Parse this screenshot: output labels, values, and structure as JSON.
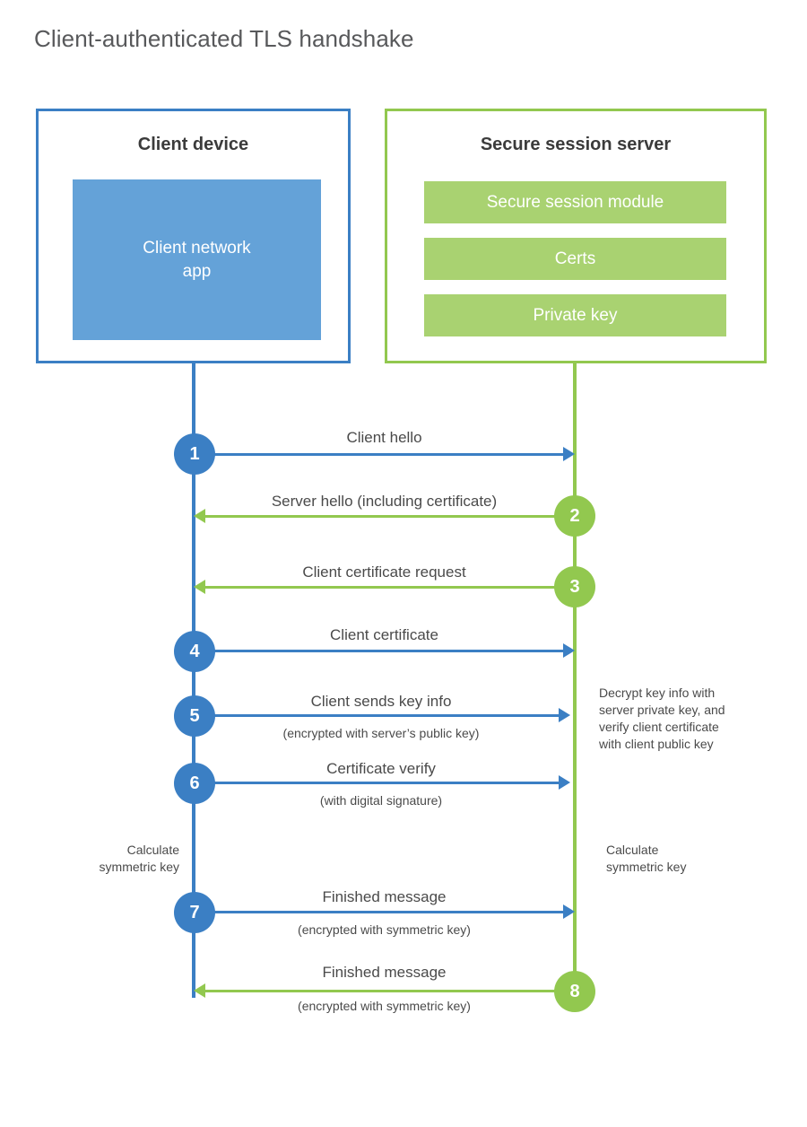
{
  "diagram": {
    "title": "Client-authenticated TLS handshake",
    "colors": {
      "client_blue": "#3b7fc4",
      "client_app_fill": "#64a2d8",
      "server_green": "#92c84f",
      "server_bar_fill": "#a9d271",
      "title_text": "#58595b",
      "body_text": "#4a4a4a"
    },
    "client": {
      "heading": "Client device",
      "app_label": "Client network\napp",
      "app_label_line1": "Client network",
      "app_label_line2": "app",
      "note": {
        "line1": "Calculate",
        "line2": "symmetric key"
      }
    },
    "server": {
      "heading": "Secure session server",
      "components": [
        {
          "label": "Secure session module"
        },
        {
          "label": "Certs"
        },
        {
          "label": "Private key"
        }
      ],
      "decrypt_note": {
        "line1": "Decrypt key info with",
        "line2": "server private key, and",
        "line3": "verify client certificate",
        "line4": "with client public key"
      },
      "note": {
        "line1": "Calculate",
        "line2": "symmetric key"
      }
    },
    "steps": [
      {
        "number": "1",
        "label": "Client hello",
        "sublabel": "",
        "direction": "client-to-server",
        "color": "blue"
      },
      {
        "number": "2",
        "label": "Server hello (including certificate)",
        "sublabel": "",
        "direction": "server-to-client",
        "color": "green"
      },
      {
        "number": "3",
        "label": "Client certificate request",
        "sublabel": "",
        "direction": "server-to-client",
        "color": "green"
      },
      {
        "number": "4",
        "label": "Client certificate",
        "sublabel": "",
        "direction": "client-to-server",
        "color": "blue"
      },
      {
        "number": "5",
        "label": "Client sends key info",
        "sublabel": "(encrypted with server’s public key)",
        "direction": "client-to-server",
        "color": "blue"
      },
      {
        "number": "6",
        "label": "Certificate verify",
        "sublabel": "(with digital signature)",
        "direction": "client-to-server",
        "color": "blue"
      },
      {
        "number": "7",
        "label": "Finished message",
        "sublabel": "(encrypted with symmetric key)",
        "direction": "client-to-server",
        "color": "blue"
      },
      {
        "number": "8",
        "label": "Finished message",
        "sublabel": "(encrypted with symmetric key)",
        "direction": "server-to-client",
        "color": "green"
      }
    ]
  }
}
